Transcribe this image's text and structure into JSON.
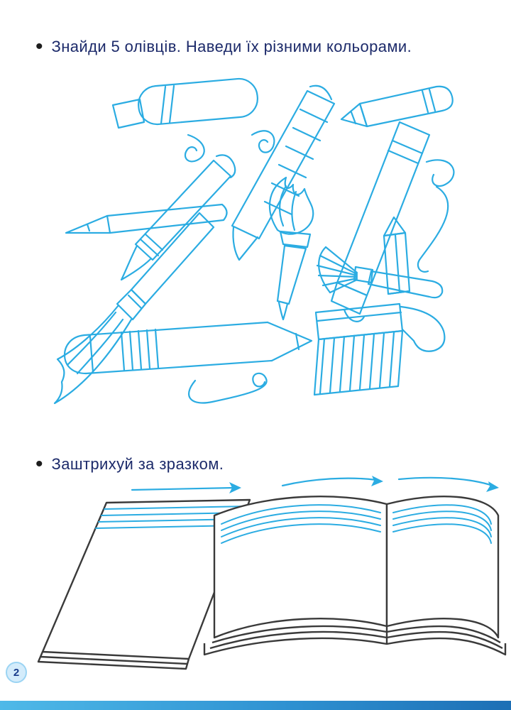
{
  "page": {
    "number": "2",
    "accent_color": "#2bace2",
    "outline_color": "#3a3a3a",
    "text_color": "#1c2a6a"
  },
  "tasks": [
    {
      "bullet": "•",
      "text": "Знайди 5 олівців. Наведи їх різними кольорами."
    },
    {
      "bullet": "•",
      "text": "Заштрихуй за зразком."
    }
  ]
}
